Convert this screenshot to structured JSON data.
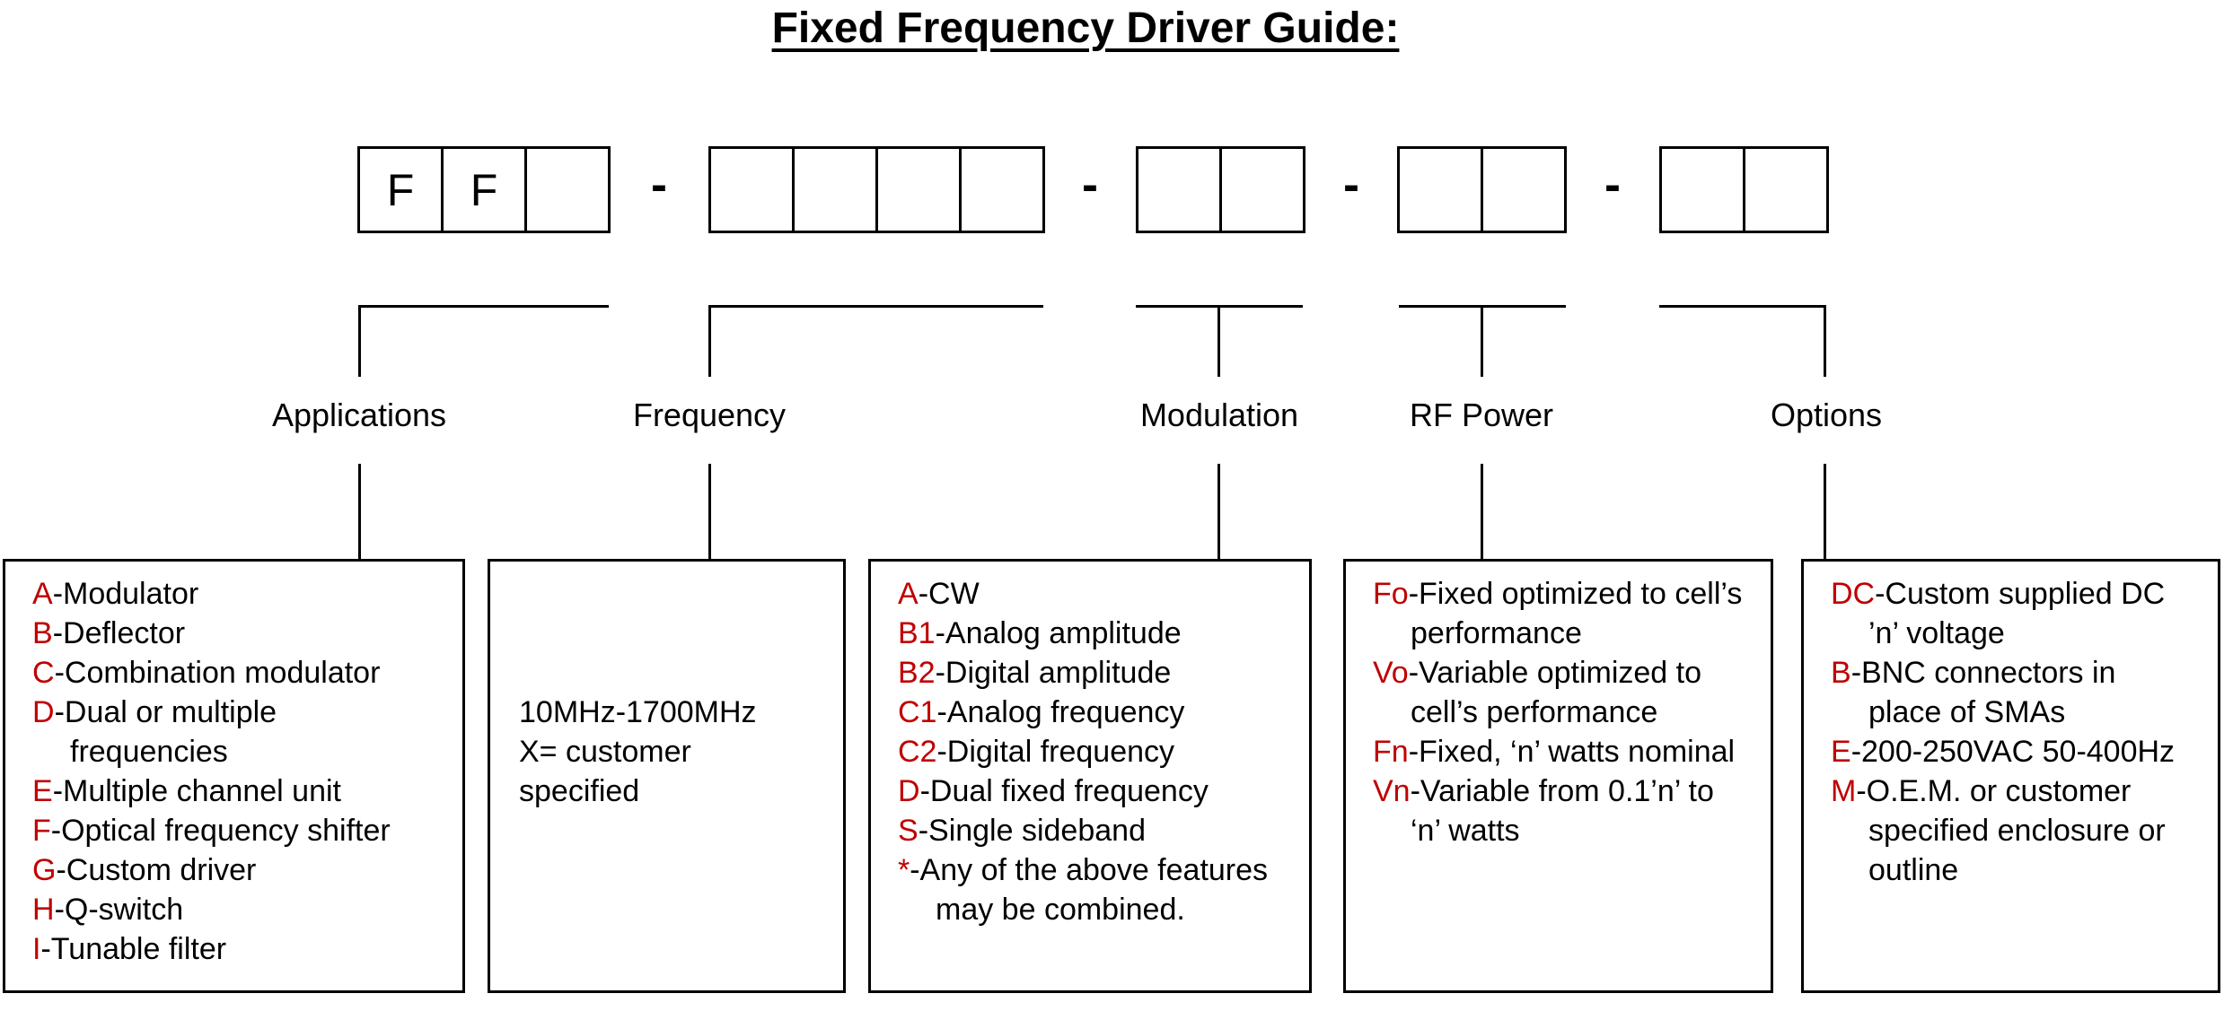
{
  "title": "Fixed Frequency Driver Guide:",
  "part_number": {
    "separator": "-",
    "groups": [
      {
        "name": "applications-code",
        "cells": [
          "F",
          "F",
          ""
        ]
      },
      {
        "name": "frequency-code",
        "cells": [
          "",
          "",
          "",
          ""
        ]
      },
      {
        "name": "modulation-code",
        "cells": [
          "",
          ""
        ]
      },
      {
        "name": "rf-power-code",
        "cells": [
          "",
          ""
        ]
      },
      {
        "name": "options-code",
        "cells": [
          "",
          ""
        ]
      }
    ]
  },
  "categories": [
    {
      "label": "Applications",
      "lines": [
        {
          "c": "A",
          "t": "-Modulator",
          "i": false
        },
        {
          "c": "B",
          "t": "-Deflector",
          "i": false
        },
        {
          "c": "C",
          "t": "-Combination modulator",
          "i": false
        },
        {
          "c": "D",
          "t": "-Dual or multiple",
          "i": false
        },
        {
          "c": "",
          "t": "frequencies",
          "i": true
        },
        {
          "c": "E",
          "t": "-Multiple channel unit",
          "i": false
        },
        {
          "c": "F",
          "t": "-Optical frequency shifter",
          "i": false
        },
        {
          "c": "G",
          "t": "-Custom driver",
          "i": false
        },
        {
          "c": "H",
          "t": "-Q-switch",
          "i": false
        },
        {
          "c": "I",
          "t": "-Tunable filter",
          "i": false
        }
      ]
    },
    {
      "label": "Frequency",
      "lines": [
        {
          "c": "",
          "t": "10MHz-1700MHz",
          "i": false
        },
        {
          "c": "",
          "t": "X= customer",
          "i": false
        },
        {
          "c": "",
          "t": "specified",
          "i": false
        }
      ]
    },
    {
      "label": "Modulation",
      "lines": [
        {
          "c": "A",
          "t": "-CW",
          "i": false
        },
        {
          "c": "B1",
          "t": "-Analog amplitude",
          "i": false
        },
        {
          "c": "B2",
          "t": "-Digital amplitude",
          "i": false
        },
        {
          "c": "C1",
          "t": "-Analog frequency",
          "i": false
        },
        {
          "c": "C2",
          "t": "-Digital frequency",
          "i": false
        },
        {
          "c": "D",
          "t": "-Dual fixed frequency",
          "i": false
        },
        {
          "c": "S",
          "t": "-Single sideband",
          "i": false
        },
        {
          "c": "*",
          "t": "-Any of the above features",
          "i": false
        },
        {
          "c": "",
          "t": "may be combined.",
          "i": true
        }
      ]
    },
    {
      "label": "RF Power",
      "lines": [
        {
          "c": "Fo",
          "t": "-Fixed optimized to cell’s",
          "i": false
        },
        {
          "c": "",
          "t": "performance",
          "i": true
        },
        {
          "c": "Vo",
          "t": "-Variable optimized to",
          "i": false
        },
        {
          "c": "",
          "t": "cell’s performance",
          "i": true
        },
        {
          "c": "Fn",
          "t": "-Fixed, ‘n’ watts nominal",
          "i": false
        },
        {
          "c": "Vn",
          "t": "-Variable from 0.1’n’ to",
          "i": false
        },
        {
          "c": "",
          "t": "‘n’ watts",
          "i": true
        }
      ]
    },
    {
      "label": "Options",
      "lines": [
        {
          "c": "DC",
          "t": "-Custom supplied DC",
          "i": false
        },
        {
          "c": "",
          "t": "’n’ voltage",
          "i": true
        },
        {
          "c": "B",
          "t": "-BNC connectors in",
          "i": false
        },
        {
          "c": "",
          "t": "place of SMAs",
          "i": true
        },
        {
          "c": "E",
          "t": "-200-250VAC 50-400Hz",
          "i": false
        },
        {
          "c": "M",
          "t": "-O.E.M. or customer",
          "i": false
        },
        {
          "c": "",
          "t": "specified enclosure or",
          "i": true
        },
        {
          "c": "",
          "t": "outline",
          "i": true
        }
      ]
    }
  ],
  "colors": {
    "code_red": "#c00000",
    "text": "#000000",
    "line": "#000000",
    "background": "#ffffff"
  }
}
